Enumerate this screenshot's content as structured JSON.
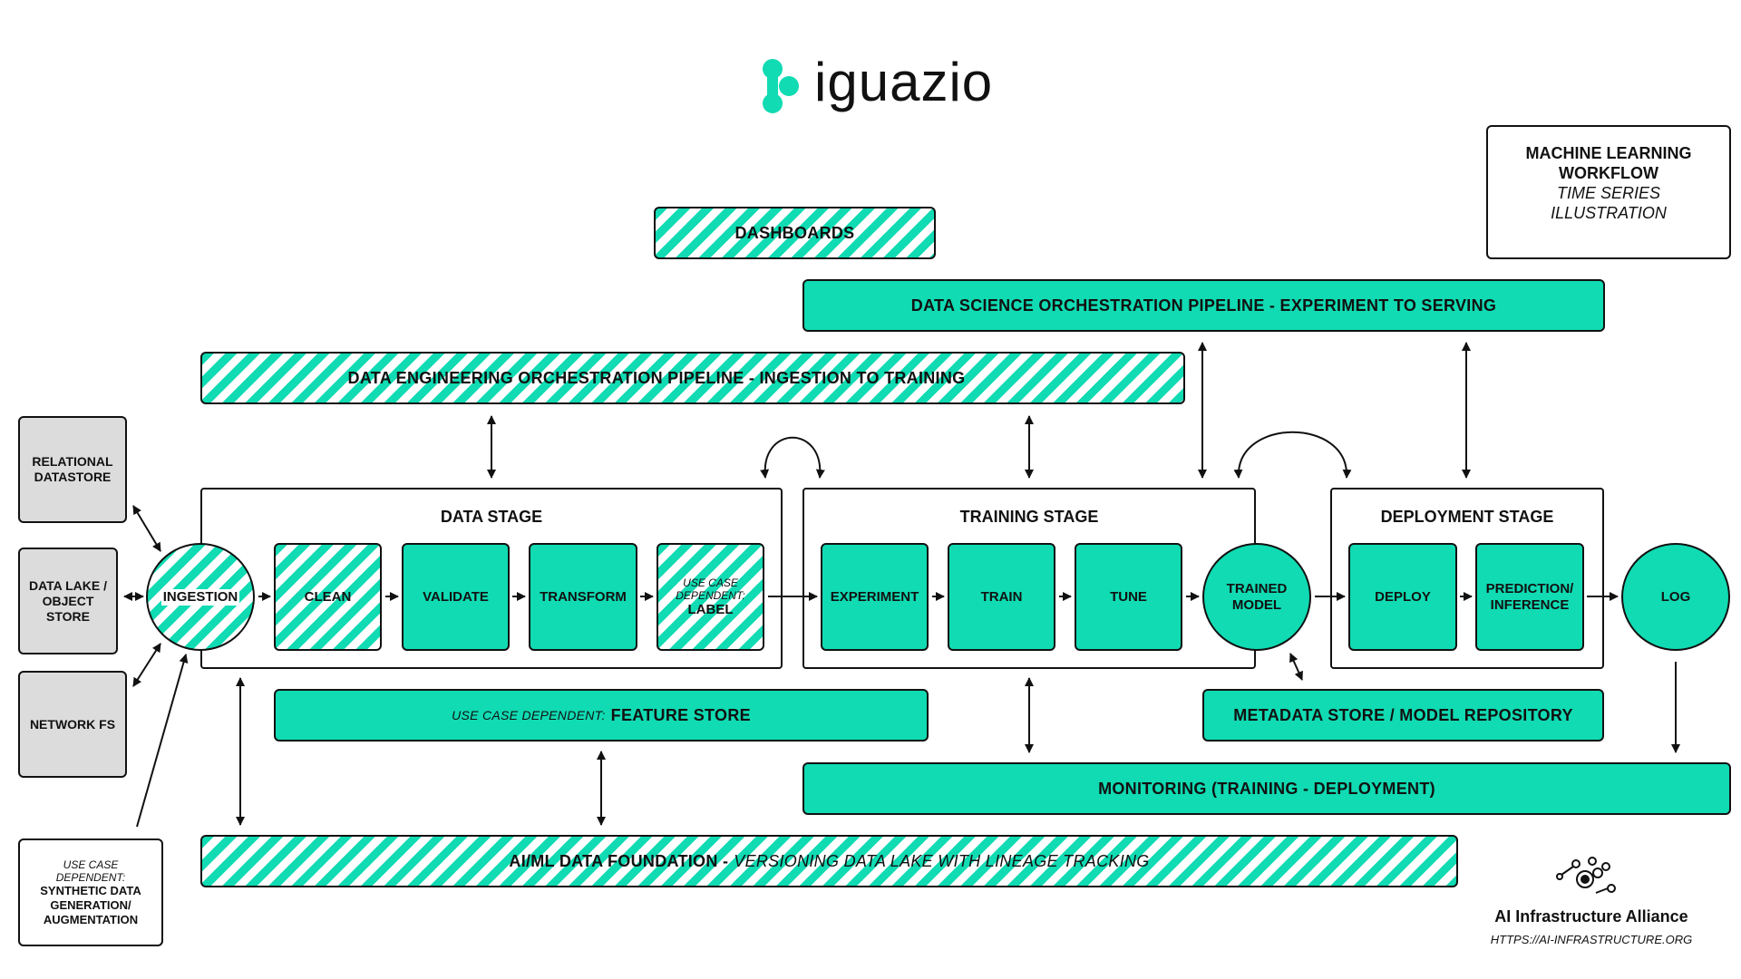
{
  "brand": {
    "name": "iguazio"
  },
  "legend": {
    "title_line1": "MACHINE LEARNING",
    "title_line2": "WORKFLOW",
    "subtitle_line1": "TIME SERIES",
    "subtitle_line2": "ILLUSTRATION"
  },
  "bars": {
    "dashboards": "DASHBOARDS",
    "ds_pipeline": "DATA SCIENCE ORCHESTRATION PIPELINE - EXPERIMENT TO SERVING",
    "de_pipeline": "DATA ENGINEERING ORCHESTRATION PIPELINE - INGESTION TO TRAINING",
    "feature_store_prefix": "USE CASE DEPENDENT:",
    "feature_store": "FEATURE STORE",
    "metadata": "METADATA STORE / MODEL REPOSITORY",
    "monitoring": "MONITORING (TRAINING - DEPLOYMENT)",
    "foundation": "AI/ML DATA FOUNDATION -",
    "foundation_sub": "VERSIONING DATA LAKE WITH LINEAGE TRACKING"
  },
  "sources": {
    "relational": "RELATIONAL DATASTORE",
    "datalake": "DATA LAKE / OBJECT STORE",
    "networkfs": "NETWORK FS",
    "synthetic_prefix": "USE CASE DEPENDENT:",
    "synthetic": "SYNTHETIC DATA GENERATION/ AUGMENTATION"
  },
  "stages": {
    "data": {
      "title": "DATA STAGE",
      "ingestion": "INGESTION",
      "clean": "CLEAN",
      "validate": "VALIDATE",
      "transform": "TRANSFORM",
      "label_prefix": "USE CASE DEPENDENT:",
      "label": "LABEL"
    },
    "training": {
      "title": "TRAINING STAGE",
      "experiment": "EXPERIMENT",
      "train": "TRAIN",
      "tune": "TUNE",
      "trained_model": "TRAINED MODEL"
    },
    "deployment": {
      "title": "DEPLOYMENT STAGE",
      "deploy": "DEPLOY",
      "prediction": "PREDICTION/ INFERENCE",
      "log": "LOG"
    }
  },
  "footer": {
    "alliance": "AI Infrastructure Alliance",
    "url": "HTTPS://AI-INFRASTRUCTURE.ORG"
  },
  "colors": {
    "accent": "#10dbb3",
    "grey": "#dcdcdc",
    "ink": "#111111"
  }
}
